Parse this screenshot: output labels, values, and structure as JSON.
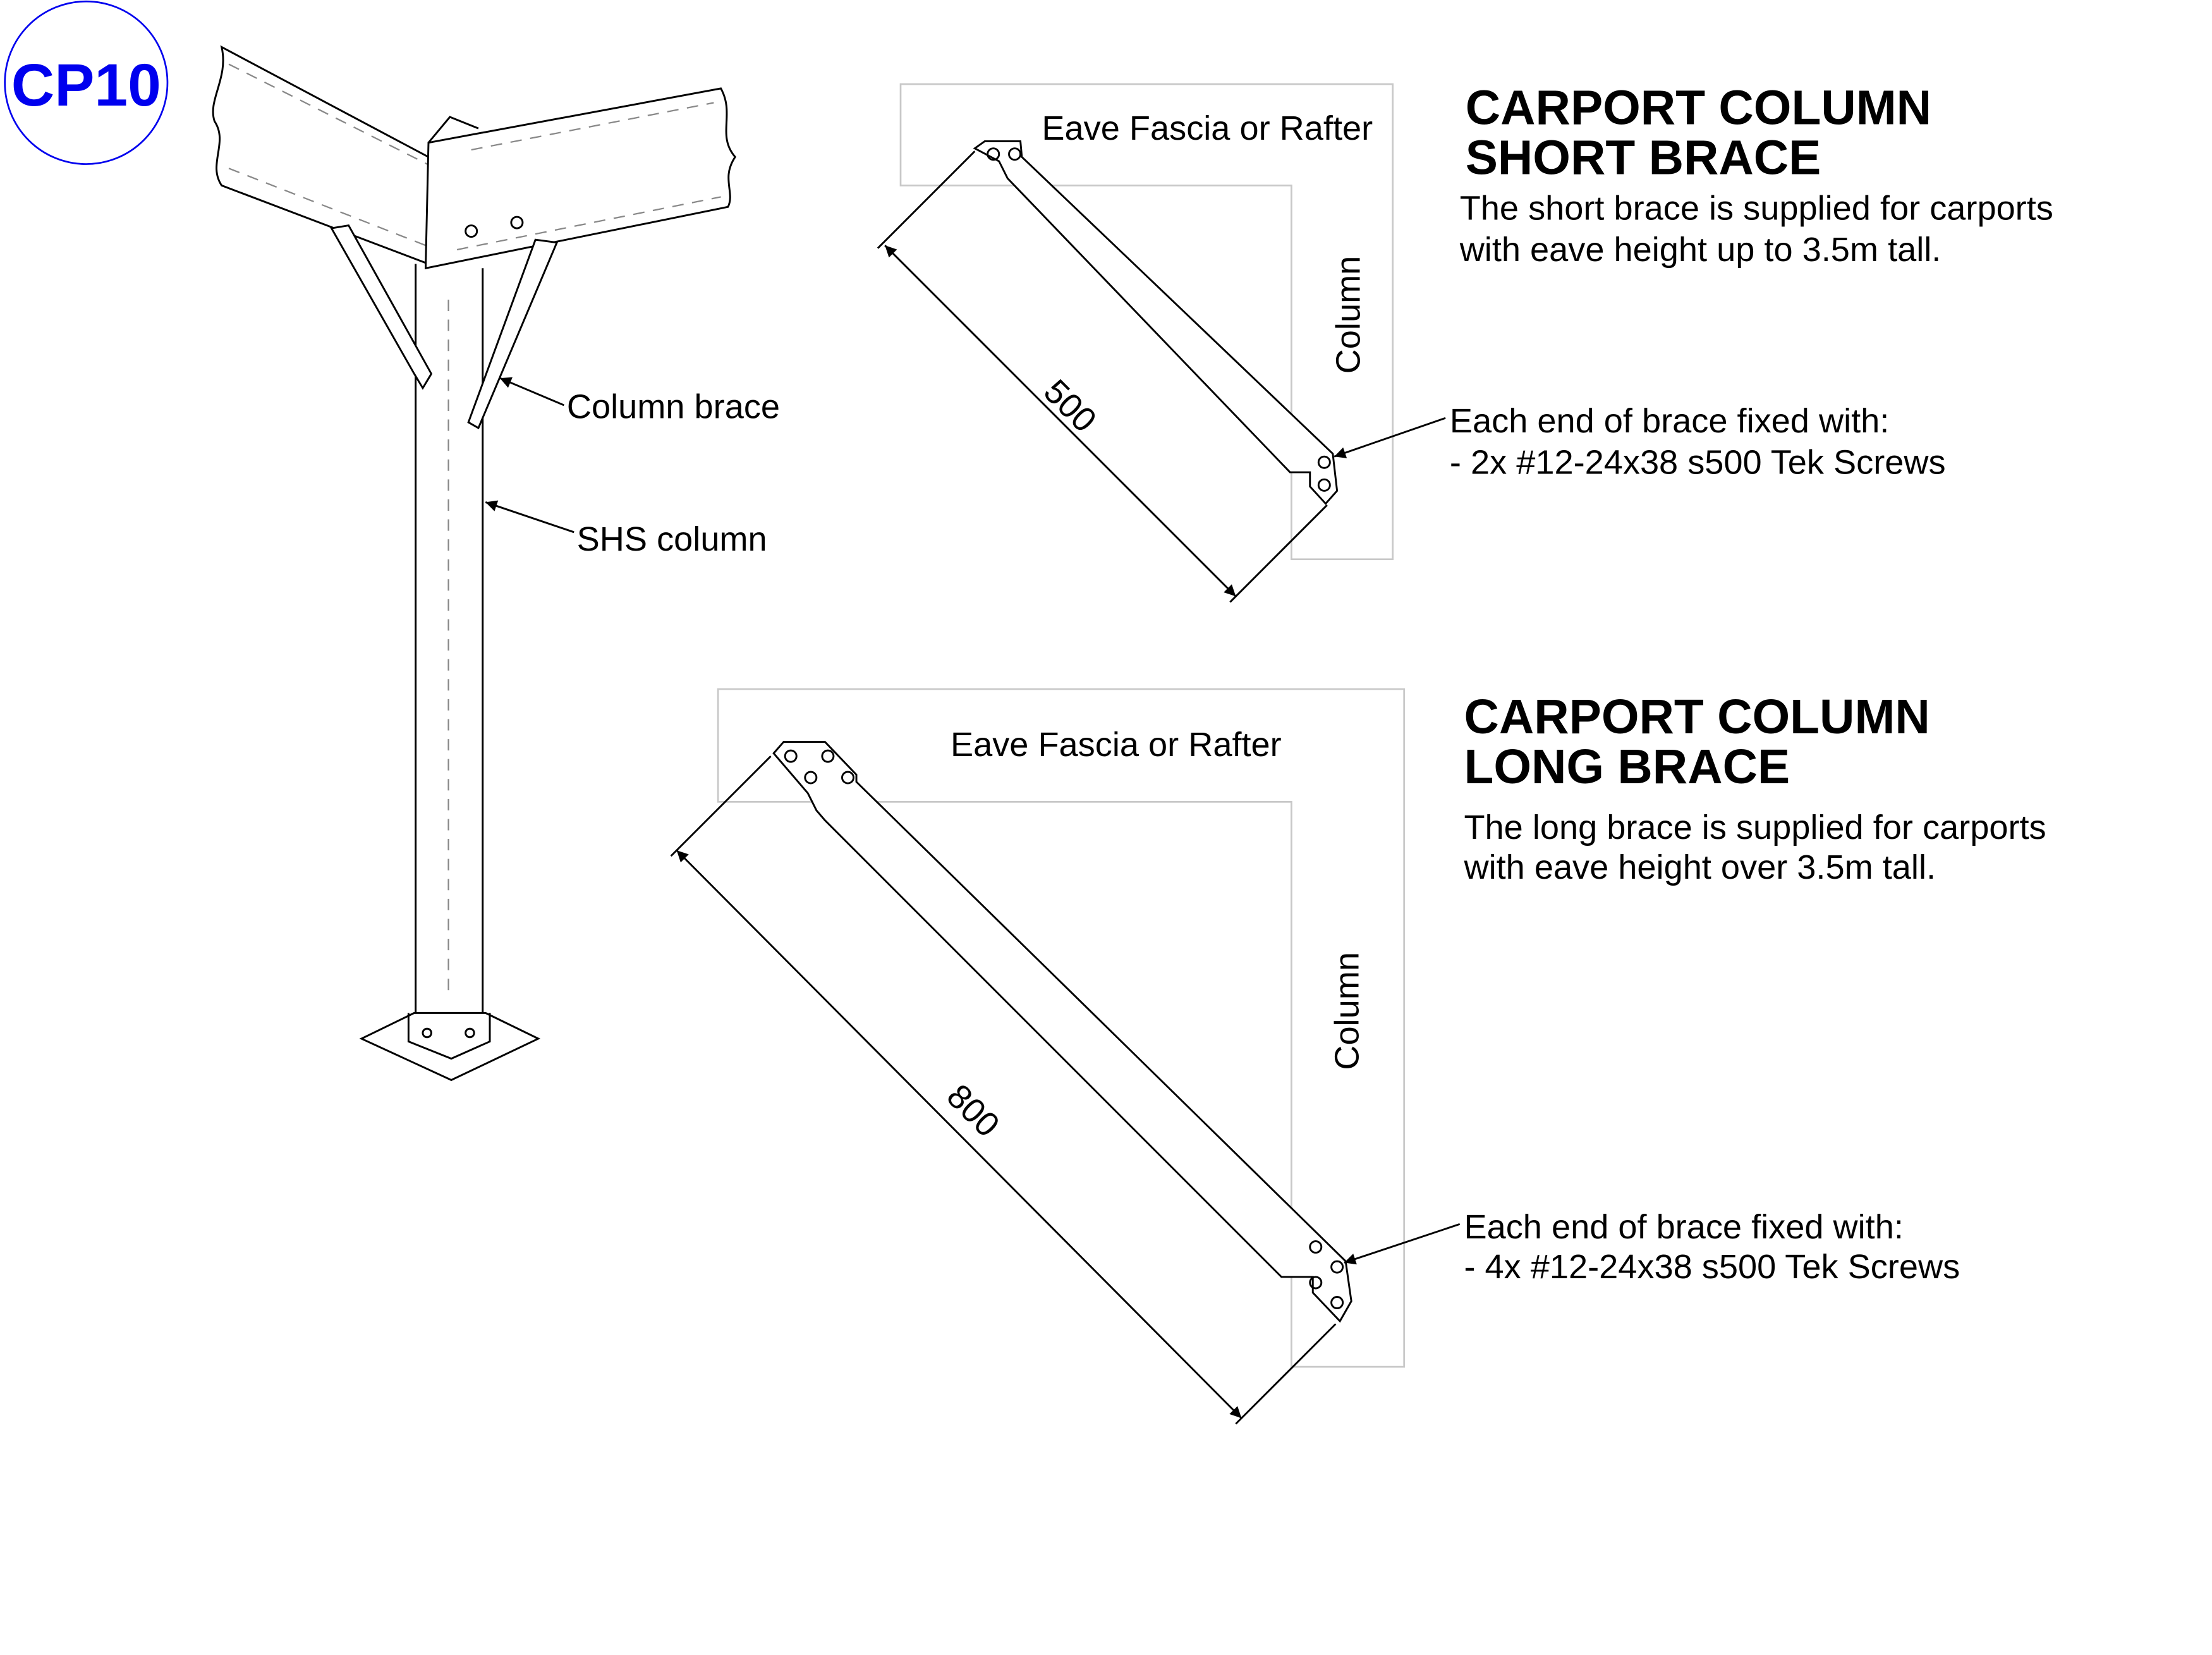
{
  "badge": {
    "label": "CP10",
    "color": "#0000ee"
  },
  "iso_view": {
    "labels": {
      "column_brace": "Column brace",
      "shs_column": "SHS column"
    }
  },
  "short_brace": {
    "title_line1": "CARPORT COLUMN",
    "title_line2": "SHORT BRACE",
    "desc_line1": "The short brace is supplied for carports",
    "desc_line2": "with eave height up to 3.5m tall.",
    "rafter_label": "Eave Fascia or Rafter",
    "column_label": "Column",
    "dimension": "500",
    "fix_line1": "Each end of brace fixed with:",
    "fix_line2": "- 2x #12-24x38 s500 Tek Screws"
  },
  "long_brace": {
    "title_line1": "CARPORT COLUMN",
    "title_line2": "LONG BRACE",
    "desc_line1": "The long brace is supplied for carports",
    "desc_line2": "with eave height over 3.5m tall.",
    "rafter_label": "Eave Fascia or Rafter",
    "column_label": "Column",
    "dimension": "800",
    "fix_line1": "Each end of brace fixed with:",
    "fix_line2": "- 4x #12-24x38 s500 Tek Screws"
  }
}
